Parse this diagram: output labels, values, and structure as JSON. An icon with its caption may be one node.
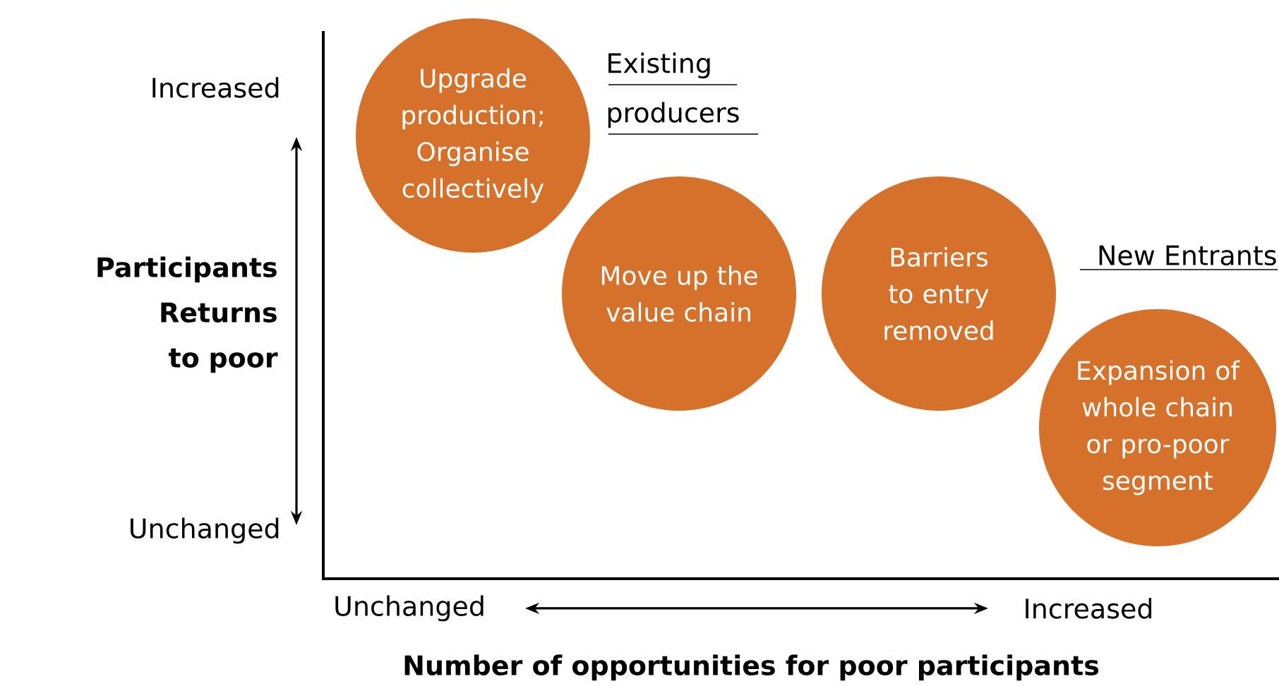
{
  "diagram": {
    "nodes": [
      {
        "text": [
          "Upgrade production; Organise collectively"
        ]
      },
      {
        "text": [
          "Move up the value chain"
        ]
      },
      {
        "text": [
          "Barriers to entry removed"
        ]
      },
      {
        "text": [
          "Expansion of whole chain or pro-poor segment"
        ]
      }
    ],
    "labels": [
      "Existing producers",
      "New Entrants",
      "Increased",
      "Participants Returns to poor",
      "Unchanged",
      "Unchanged",
      "Increased",
      "Number of opportunities for poor participants"
    ]
  }
}
